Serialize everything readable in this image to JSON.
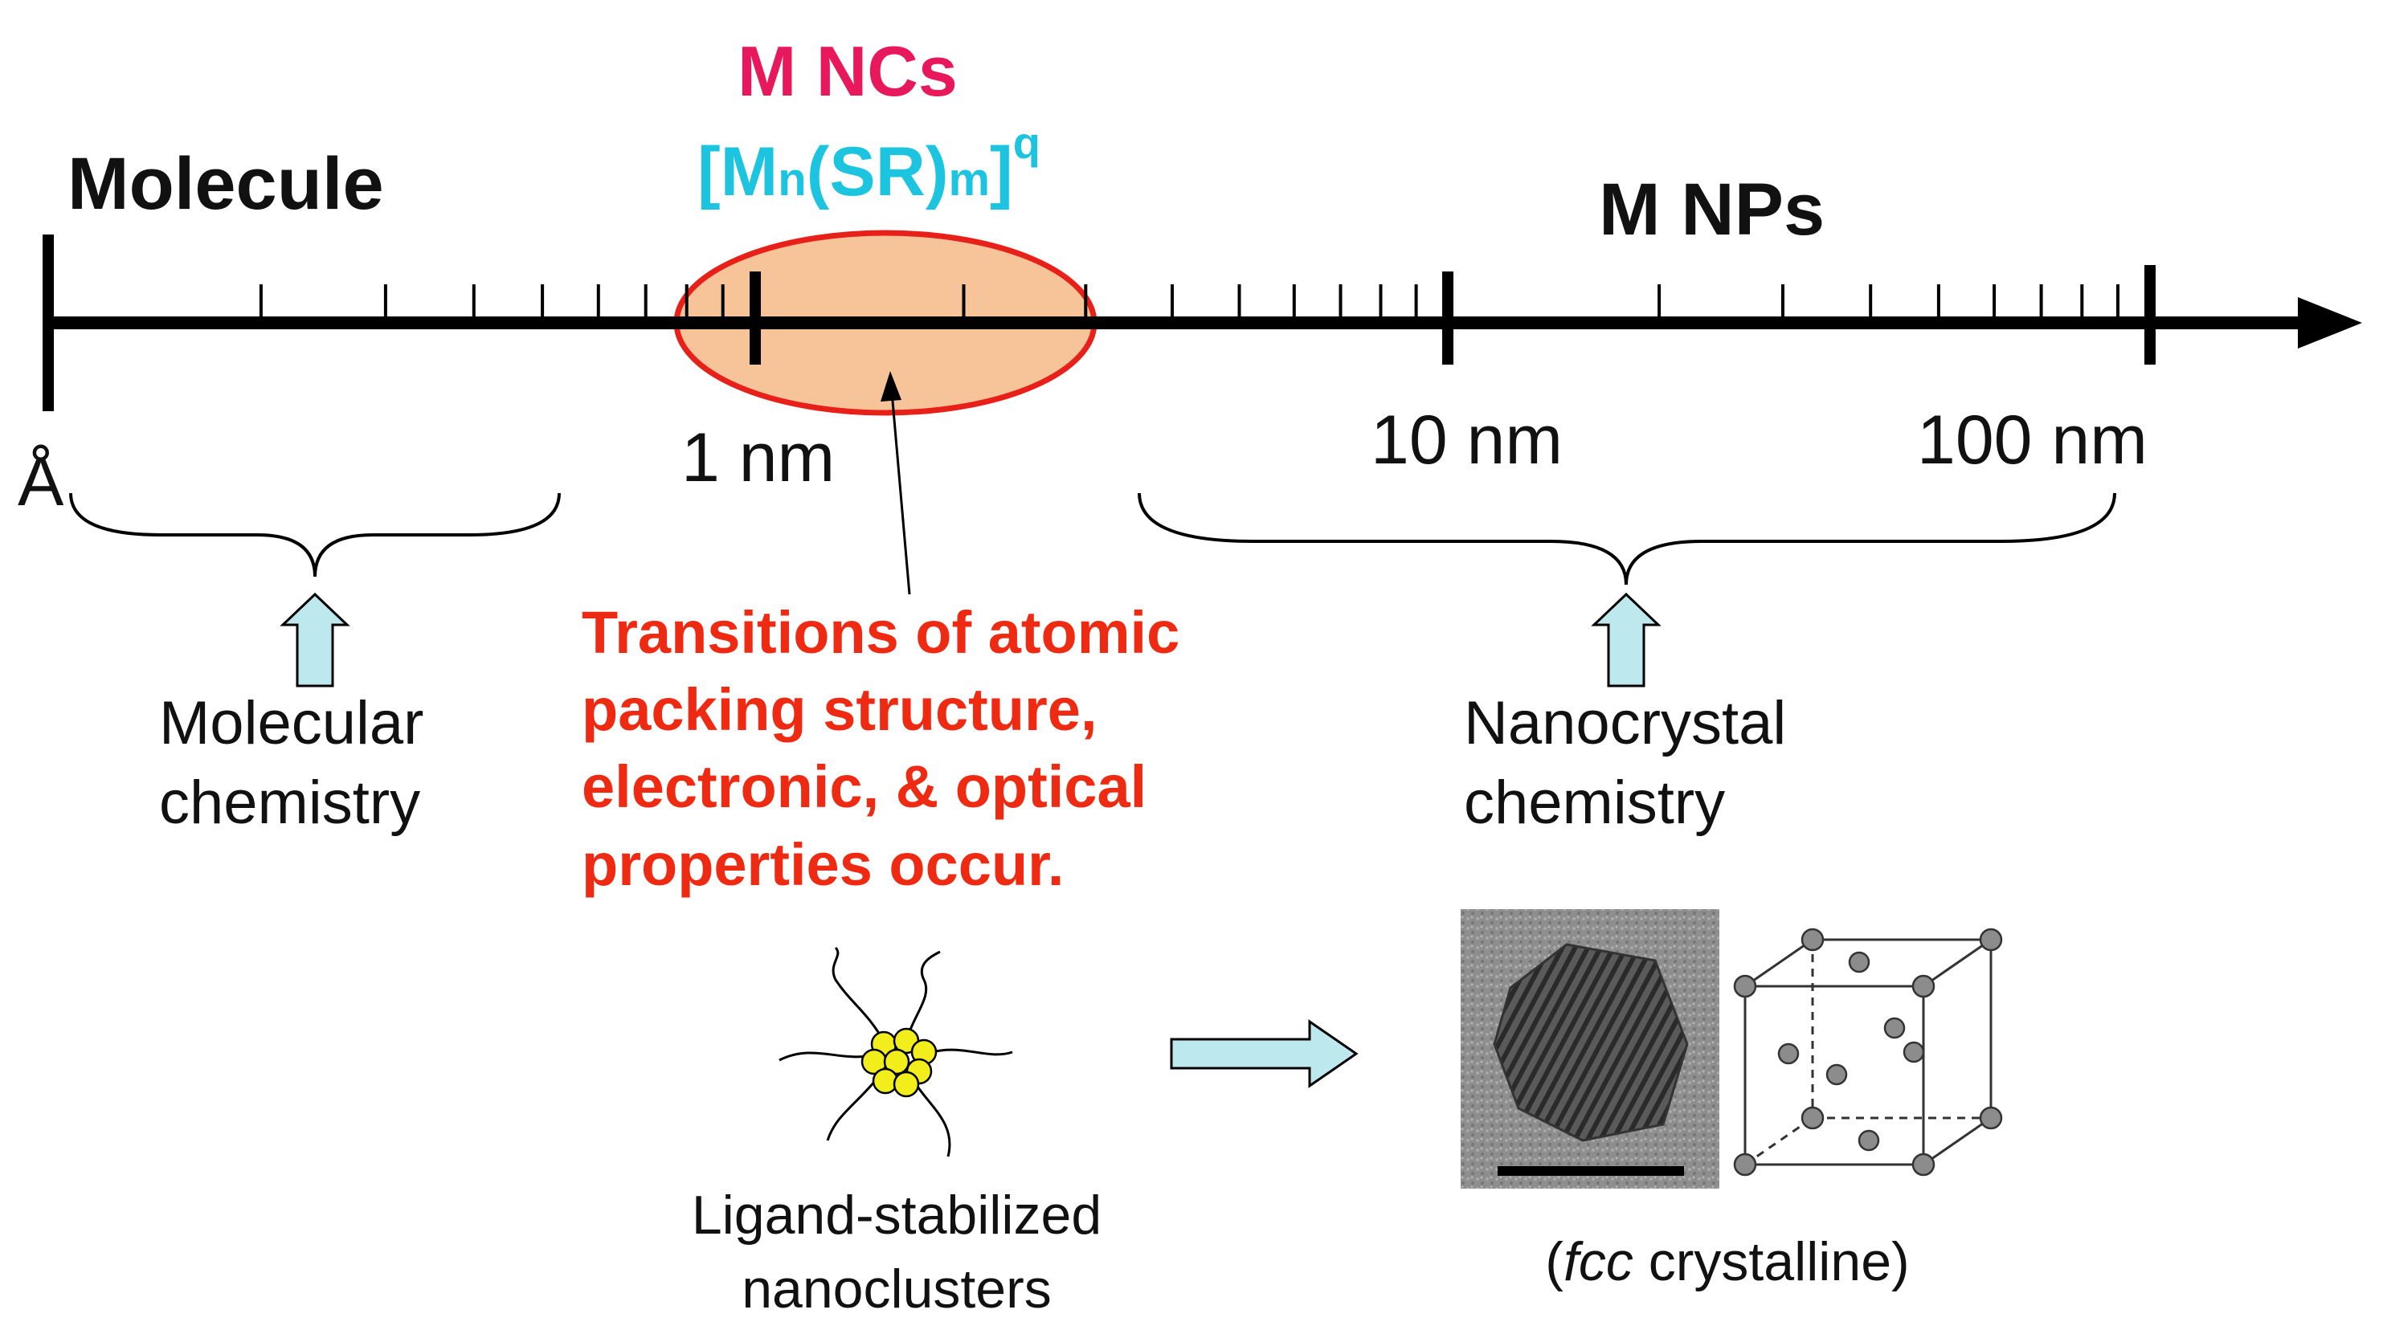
{
  "labels": {
    "molecule": "Molecule",
    "m_ncs": "M NCs",
    "formula_open": "[M",
    "formula_n": "n",
    "formula_mid": "(SR)",
    "formula_m": "m",
    "formula_close": "]",
    "formula_q": "q",
    "m_nps": "M NPs",
    "angstrom": "Å",
    "one_nm": "1 nm",
    "ten_nm": "10 nm",
    "hundred_nm": "100 nm",
    "molecular_chemistry_1": "Molecular",
    "molecular_chemistry_2": "chemistry",
    "nanocrystal_chemistry_1": "Nanocrystal",
    "nanocrystal_chemistry_2": "chemistry",
    "transition_text": "Transitions of atomic packing structure, electronic, & optical properties occur.",
    "ligand_1": "Ligand-stabilized",
    "ligand_2": "nanoclusters",
    "fcc_italic": "fcc",
    "fcc_rest": " crystalline)",
    "fcc_open": "("
  },
  "colors": {
    "m_ncs": "#e8185c",
    "formula": "#1cc4e0",
    "transition": "#ee2a12",
    "ellipse_fill": "#f7c49a",
    "ellipse_stroke": "#e8201a",
    "arrow_fill": "#bde8ee",
    "cluster_fill": "#f2ee1c"
  },
  "icons": {
    "cluster": "ligand-cluster-icon",
    "tem": "tem-image-icon",
    "fcc": "fcc-cube-icon"
  }
}
